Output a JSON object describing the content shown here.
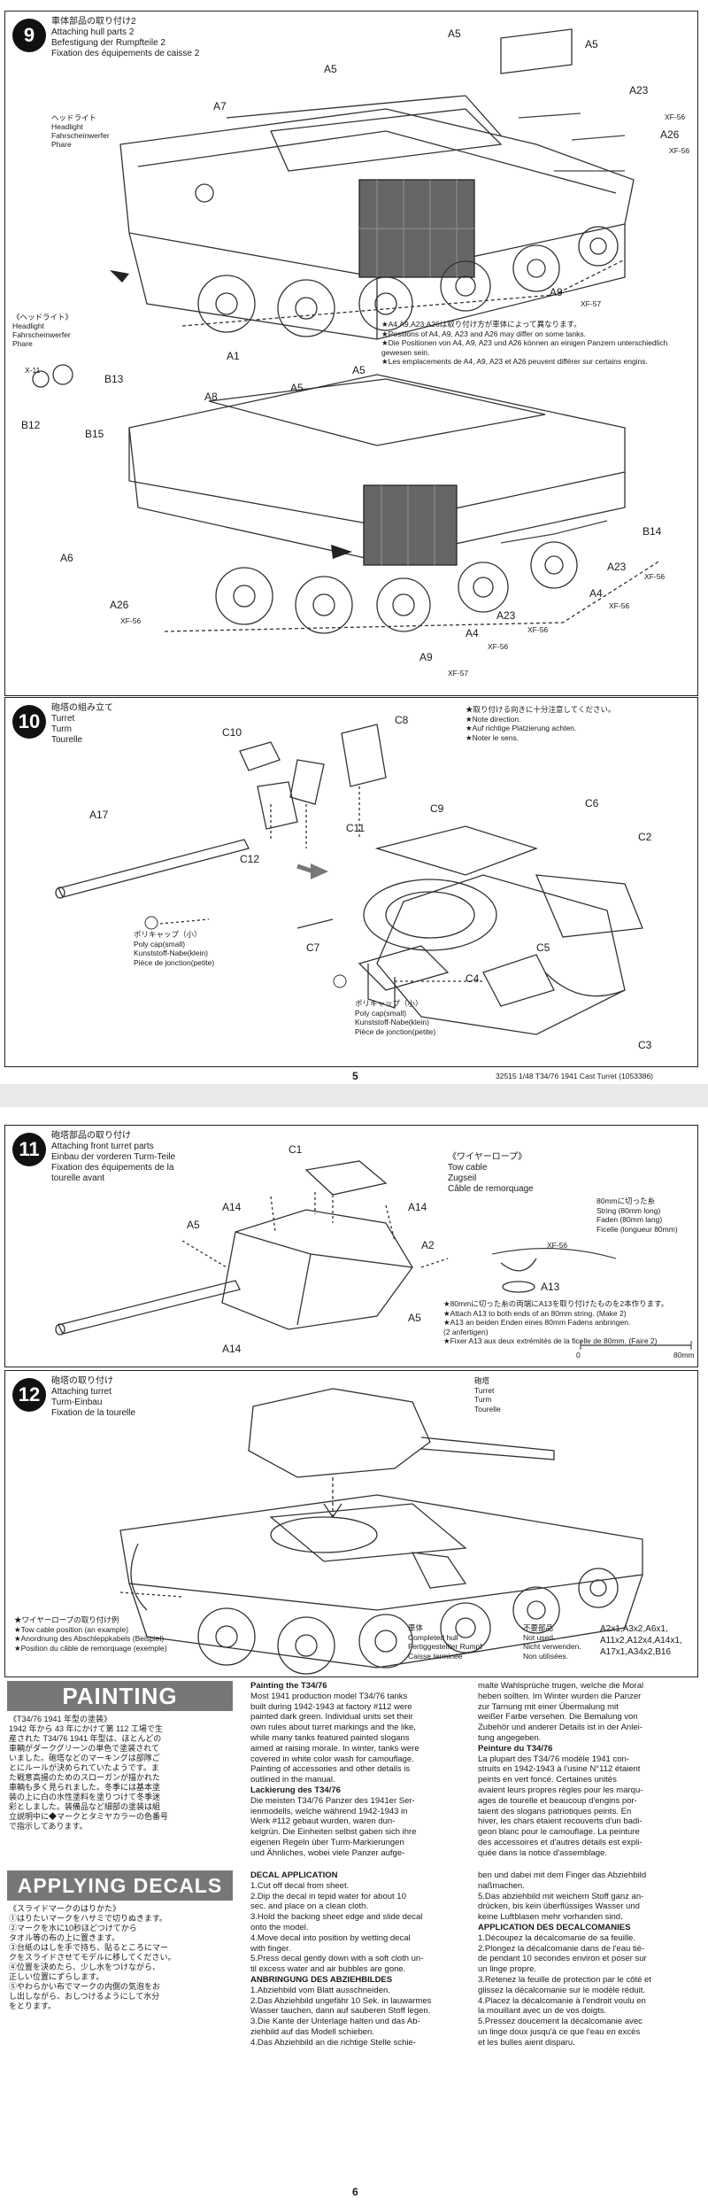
{
  "page5": {
    "number": "5",
    "footer": "32515 1/48 T34/76 1941 Cast Turret (1053386)",
    "step9": {
      "num": "9",
      "title": [
        "車体部品の取り付け2",
        "Attaching hull parts 2",
        "Befestigung der Rumpfteile 2",
        "Fixation des équipements de caisse 2"
      ],
      "headlight_top": [
        "ヘッドライト",
        "Headlight",
        "Fahrscheinwerfer",
        "Phare"
      ],
      "headlight_side": [
        "《ヘッドライト》",
        "Headlight",
        "Fahrscheinwerfer",
        "Phare"
      ],
      "labels": {
        "a5_1": "A5",
        "a5_2": "A5",
        "a5_3": "A5",
        "a7": "A7",
        "a23": "A23",
        "xf56_1": "XF-56",
        "a26": "A26",
        "xf56_2": "XF-56",
        "a1": "A1",
        "a9": "A9",
        "xf57_1": "XF-57",
        "x11": "X-11",
        "b13": "B13",
        "b12": "B12",
        "a8": "A8",
        "a5_4": "A5",
        "a5_5": "A5",
        "b15": "B15",
        "b14": "B14",
        "a6": "A6",
        "a23_2": "A23",
        "xf56_3": "XF-56",
        "a26_2": "A26",
        "xf56_4": "XF-56",
        "a4": "A4",
        "xf56_5": "XF-56",
        "a23_3": "A23",
        "xf56_6": "XF-56",
        "a4_2": "A4",
        "xf56_7": "XF-56",
        "a9_2": "A9",
        "xf57_2": "XF-57"
      },
      "note": [
        "★A4,A9,A23,A26は取り付け方が車体によって異なります。",
        "★Positions of A4, A9, A23 and A26 may differ on some tanks.",
        "★Die Positionen von A4, A9, A23 und A26 können an einigen Panzern unterschiedlich gewesen sein.",
        "★Les emplacements de A4, A9, A23 et A26 peuvent différer sur certains engins."
      ]
    },
    "step10": {
      "num": "10",
      "title": [
        "砲塔の組み立て",
        "Turret",
        "Turm",
        "Tourelle"
      ],
      "note": [
        "★取り付ける向きに十分注意してください。",
        "★Note direction.",
        "★Auf richtige Platzierung achten.",
        "★Noter le sens."
      ],
      "polycap_small": [
        "ポリキャップ（小）",
        "Poly cap(small)",
        "Kunststoff-Nabe(klein)",
        "Pièce de jonction(petite)"
      ],
      "polycap_small2": [
        "ポリキャップ（小）",
        "Poly cap(small)",
        "Kunststoff-Nabe(klein)",
        "Pièce de jonction(petite)"
      ],
      "labels": {
        "c10": "C10",
        "c8": "C8",
        "c11": "C11",
        "c12": "C12",
        "a17": "A17",
        "c9": "C9",
        "c6": "C6",
        "c2": "C2",
        "c7": "C7",
        "c5": "C5",
        "c4": "C4",
        "c3": "C3"
      }
    }
  },
  "page6": {
    "number": "6",
    "step11": {
      "num": "11",
      "title": [
        "砲塔部品の取り付け",
        "Attaching front turret parts",
        "Einbau der vorderen Turm-Teile",
        "Fixation des équipements de la",
        "tourelle avant"
      ],
      "wire": [
        "《ワイヤーロープ》",
        "Tow cable",
        "Zugseil",
        "Câble de remorquage"
      ],
      "string": [
        "80mmに切った糸",
        "String (80mm long)",
        "Faden (80mm lang)",
        "Ficelle (longueur 80mm)"
      ],
      "note": [
        "★80mmに切った糸の両端にA13を取り付けたものを2本作ります。",
        "★Attach A13 to both ends of an 80mm string. (Make 2)",
        "★A13 an beiden Enden eines 80mm Fadens anbringen.",
        "(2 anfertigen)",
        "★Fixer A13 aux deux extrémités de la ficelle de 80mm. (Faire 2)"
      ],
      "scale_zero": "0",
      "scale_end": "80mm",
      "labels": {
        "c1": "C1",
        "a14_1": "A14",
        "a14_2": "A14",
        "a5_1": "A5",
        "a2": "A2",
        "a5_2": "A5",
        "a14_3": "A14",
        "xf56": "XF-56",
        "a13": "A13"
      }
    },
    "step12": {
      "num": "12",
      "title": [
        "砲塔の取り付け",
        "Attaching turret",
        "Turm-Einbau",
        "Fixation de la tourelle"
      ],
      "turret": [
        "砲塔",
        "Turret",
        "Turm",
        "Tourelle"
      ],
      "hull": [
        "車体",
        "Completed hull",
        "Fertiggestellter Rumpf",
        "Caisse terminée"
      ],
      "unused": [
        "不要部品",
        "Not used.",
        "Nicht verwenden.",
        "Non utilisées."
      ],
      "unused_parts": [
        "A2x1,A3x2,A6x1,",
        "A11x2,A12x4,A14x1,",
        "A17x1,A34x2,B16"
      ],
      "wire_note": [
        "★ワイヤーロープの取り付け例",
        "★Tow cable position (an example)",
        "★Anordnung des Abschleppkabels (Beispiel)",
        "★Position du câble de remorquage (exemple)"
      ]
    },
    "painting": {
      "banner": "PAINTING",
      "ja": [
        "《T34/76 1941 年型の塗装》",
        "1942 年から 43 年にかけて第 112 工場で生",
        "産された T34/76 1941 年型は、ほとんどの",
        "車輌がダークグリーンの単色で塗装されて",
        "いました。砲塔などのマーキングは部隊ご",
        "とにルールが決められていたようです。ま",
        "た戦意高揚のためのスローガンが描かれた",
        "車輌も多く見られました。冬季には基本塗",
        "装の上に白の水性塗料を塗りつけて冬季迷",
        "彩としました。装備品など細部の塗装は組",
        "立説明中に◆マークとタミヤカラーの色番号",
        "で指示してあります。"
      ],
      "en": [
        "Painting the T34/76",
        "Most 1941 production model T34/76 tanks",
        "built during 1942-1943 at factory #112 were",
        "painted dark green. Individual units set their",
        "own rules about turret markings and the like,",
        "while many tanks featured painted slogans",
        "aimed at raising morale. In winter, tanks were",
        "covered in white color wash for camouflage.",
        "Painting of accessories and other details is",
        "outlined in the manual.",
        "Lackierung des T34/76",
        "Die meisten T34/76 Panzer des 1941er Ser-",
        "ienmodells, welche während 1942-1943 in",
        "Werk #112 gebaut wurden, waren dun-",
        "kelgrün. Die Einheiten selbst gaben sich ihre",
        "eigenen Regeln über Turm-Markierungen",
        "und Ähnliches, wobei viele Panzer aufge-"
      ],
      "de_fr": [
        "malte Wahlsprüche trugen, welche die Moral",
        "heben sollten. Im Winter wurden die Panzer",
        "zur Tarnung mit einer Übermalung mit",
        "weißer Farbe versehen. Die Bemalung von",
        "Zubehör und anderer Details ist in der Anlei-",
        "tung angegeben.",
        "Peinture du T34/76",
        "La plupart des T34/76 modèle 1941 con-",
        "struits en 1942-1943 à l'usine N°112 étaient",
        "peints en vert foncé. Certaines unités",
        "avaient leurs propres règles pour les marqu-",
        "ages de tourelle et beaucoup d'engins por-",
        "taient des slogans patriotiques peints. En",
        "hiver, les chars étaient recouverts d'un badi-",
        "geon blanc pour le camouflage. La peinture",
        "des accessoires et d'autres détails est expli-",
        "quée dans la notice d'assemblage."
      ]
    },
    "decals": {
      "banner": "APPLYING DECALS",
      "ja": [
        "《スライドマークのはりかた》",
        "①はりたいマークをハサミで切りぬきます。",
        "②マークを水に10秒ほどつけてから",
        "タオル等の布の上に置きます。",
        "③台紙のはしを手で持ち、貼るところにマー",
        "クをスライドさせてモデルに移してください。",
        "④位置を決めたら、少し水をつけながら、",
        "正しい位置にずらします。",
        "⑤やわらかい布でマークの内側の気泡をお",
        "し出しながら、おしつけるようにして水分",
        "をとります。"
      ],
      "en": [
        "DECAL APPLICATION",
        "1.Cut off decal from sheet.",
        "2.Dip the decal in tepid water for about 10",
        "sec. and place on a clean cloth.",
        "3.Hold the backing sheet edge and slide decal",
        "onto the model.",
        "4.Move decal into position by wetting decal",
        "with finger.",
        "5.Press decal gently down with a soft cloth un-",
        "til excess water and air bubbles are gone.",
        "ANBRINGUNG DES ABZIEHBILDES",
        "1.Abziehbild vom Blatt ausschneiden.",
        "2.Das Abziehbild ungefähr 10 Sek. in lauwarmes",
        "Wasser tauchen, dann auf sauberen Stoff legen.",
        "3.Die Kante der Unterlage halten und das Ab-",
        "ziehbild auf das Modell schieben.",
        "4.Das Abziehbild an die richtige Stelle schie-"
      ],
      "de_fr": [
        "ben und dabei mit dem Finger das Abziehbild",
        "naßmachen.",
        "5.Das abziehbild mit weichem Stoff ganz an-",
        "drücken, bis kein überflüssiges Wasser und",
        "keine Luftblasen mehr vorhanden sind.",
        "APPLICATION DES DECALCOMANIES",
        "1.Découpez la décalcomanie de sa feuille.",
        "2.Plongez la décalcomanie dans de l'eau tiè-",
        "de pendant 10 secondes environ et poser sur",
        "un linge propre.",
        "3.Retenez la feuille de protection par le côté et",
        "glissez la décalcomanie sur le modèle réduit.",
        "4.Placez la décalcomanie à l'endroit voulu en",
        "la mouillant avec un de vos doigts.",
        "5.Pressez doucement la décalcomanie avec",
        "un linge doux jusqu'à ce que l'eau en excès",
        "et les bulles aient disparu."
      ]
    }
  }
}
